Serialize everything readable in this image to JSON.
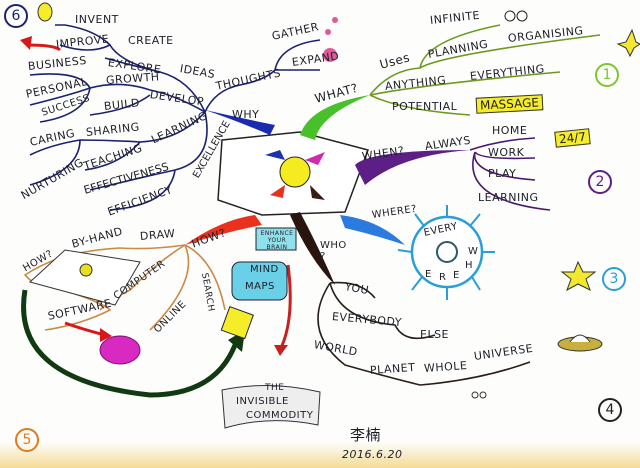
{
  "center": {
    "label": "central-face-image"
  },
  "why_branch": {
    "root": "WHY",
    "words": [
      "INVENT",
      "IMPROVE",
      "CREATE",
      "EXPLORE",
      "IDEAS",
      "BUSINESS",
      "GROWTH",
      "PERSONAL",
      "SUCCESS",
      "BUILD",
      "DEVELOP",
      "THOUGHTS",
      "GATHER",
      "EXPAND",
      "CARING",
      "SHARING",
      "LEARNING",
      "NURTURING",
      "TEACHING",
      "EFFECTIVENESS",
      "EXCELLENCE",
      "EFFICIENCY"
    ],
    "number": "6"
  },
  "what_branch": {
    "root": "WHAT?",
    "words": [
      "Uses",
      "INFINITE",
      "PLANNING",
      "ORGANISING",
      "ANYTHING",
      "EVERYTHING",
      "POTENTIAL"
    ],
    "highlight": "MASSAGE",
    "number": "1",
    "color": "#7cc62e"
  },
  "when_branch": {
    "root": "WHEN?",
    "words": [
      "ALWAYS",
      "HOME",
      "WORK",
      "PLAY",
      "LEARNING"
    ],
    "highlight": "24/7",
    "number": "2",
    "color": "#5b1f86"
  },
  "where_branch": {
    "root": "WHERE?",
    "circle_text": [
      "EVERY",
      "W",
      "H",
      "E",
      "R",
      "E"
    ],
    "number": "3",
    "color": "#2a9fd6"
  },
  "who_branch": {
    "root": "WHO ?",
    "words": [
      "YOU",
      "EVERYBODY",
      "ELSE",
      "WORLD",
      "PLANET",
      "WHOLE",
      "UNIVERSE"
    ],
    "number": "4",
    "color": "#3a1a12"
  },
  "how_branch": {
    "words": [
      "HOW?",
      "BY-HAND",
      "DRAW",
      "HOW?",
      "COMPUTER",
      "SOFTWARE",
      "ONLINE",
      "SEARCH"
    ],
    "sign": "ENHANCE YOUR BRAIN",
    "tablet": [
      "MIND",
      "MAPS"
    ],
    "banner": [
      "THE",
      "INVISIBLE",
      "COMMODITY"
    ],
    "number": "5",
    "color": "#e8321e"
  },
  "signature": {
    "name": "李楠",
    "date": "2016.6.20"
  }
}
